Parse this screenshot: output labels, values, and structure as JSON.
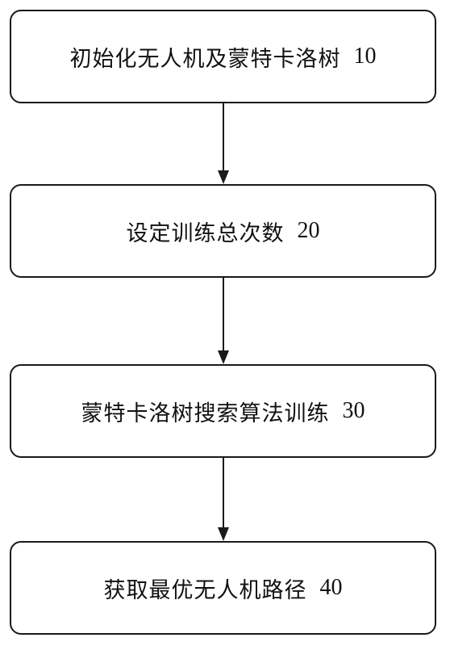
{
  "steps": [
    {
      "label": "初始化无人机及蒙特卡洛树",
      "num": "10"
    },
    {
      "label": "设定训练总次数",
      "num": "20"
    },
    {
      "label": "蒙特卡洛树搜索算法训练",
      "num": "30"
    },
    {
      "label": "获取最优无人机路径",
      "num": "40"
    }
  ],
  "colors": {
    "border": "#1a1a1a",
    "text": "#111111",
    "arrow": "#1a1a1a"
  }
}
